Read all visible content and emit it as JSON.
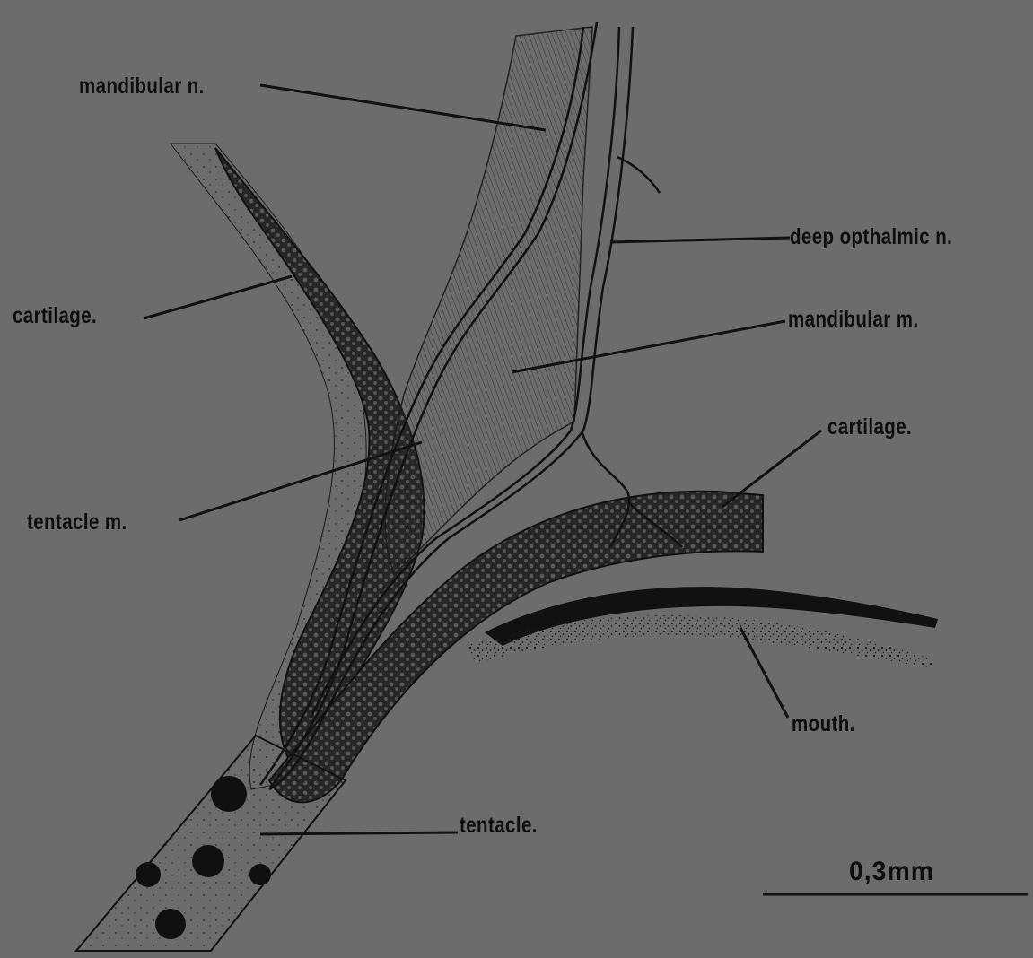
{
  "colors": {
    "background": "#6c6c6c",
    "ink": "#0e0e0e",
    "cartilage_fill": "#3a3a3a",
    "stipple": "#1a1a1a"
  },
  "labels": {
    "mandibular_n": "mandibular n.",
    "deep_opthalmic_n": "deep opthalmic n.",
    "cartilage_left": "cartilage.",
    "mandibular_m": "mandibular m.",
    "cartilage_right": "cartilage.",
    "tentacle_m": "tentacle m.",
    "mouth": "mouth.",
    "tentacle": "tentacle."
  },
  "scale_bar": {
    "label": "0,3mm"
  }
}
